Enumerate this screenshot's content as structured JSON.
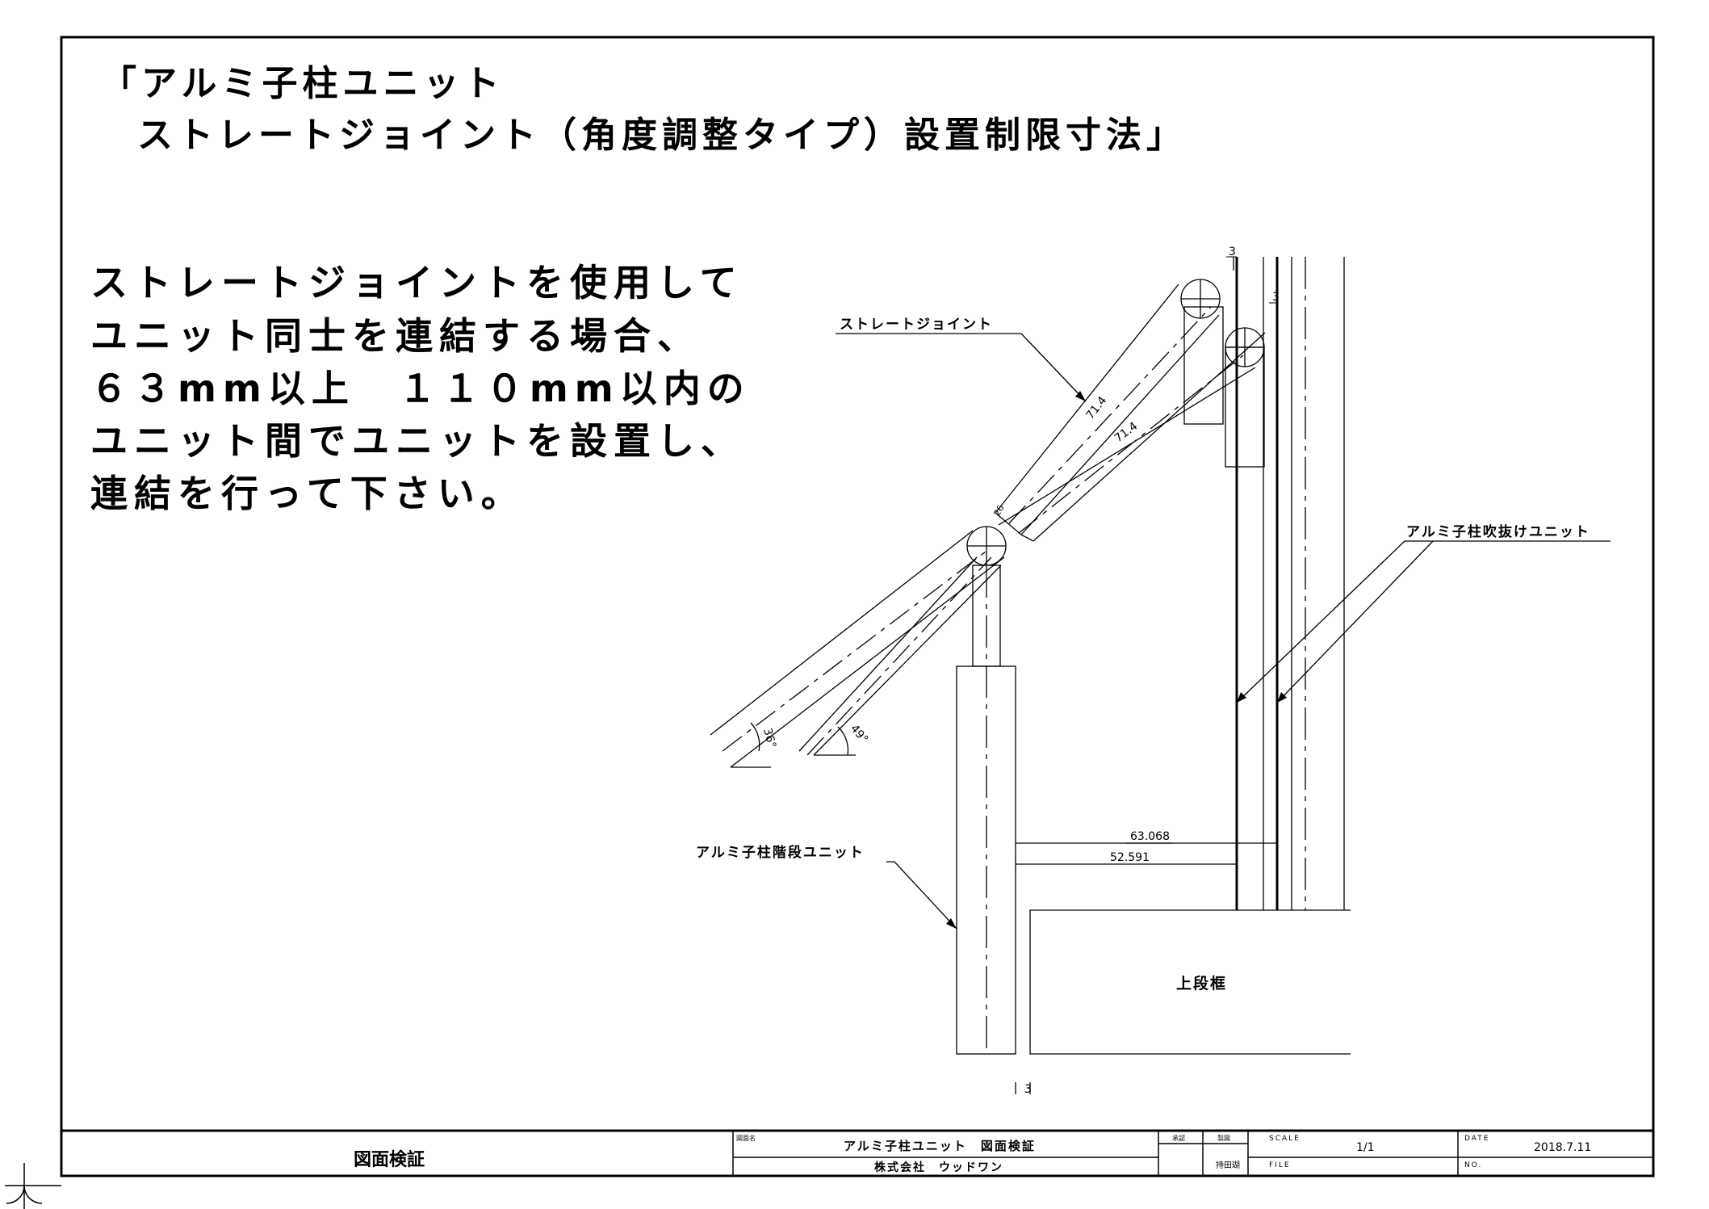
{
  "title": {
    "line1": "「アルミ子柱ユニット",
    "line2": "ストレートジョイント（角度調整タイプ）設置制限寸法」"
  },
  "description": [
    "ストレートジョイントを使用して",
    "ユニット同士を連結する場合、",
    "６３mm以上　１１０mm以内の",
    "ユニット間でユニットを設置し、",
    "連結を行って下さい。"
  ],
  "labels": {
    "straight_joint": "ストレートジョイント",
    "atrium_unit": "アルミ子柱吹抜けユニット",
    "stair_unit": "アルミ子柱階段ユニット",
    "upper_frame": "上段框"
  },
  "dimensions": {
    "gap_max": "63.068",
    "gap_min": "52.591",
    "len_upper": "71.4",
    "len_lower": "71.4",
    "angle_a": "36°",
    "angle_b": "49°",
    "small_a": "3",
    "small_b": "3",
    "small_c": "3",
    "small_joint": "26"
  },
  "title_block": {
    "review": "図面検証",
    "drawing_name_label": "図面名",
    "drawing_name": "アルミ子柱ユニット　図面検証",
    "company": "株式会社　ウッドワン",
    "approval": "承認",
    "drawn": "製図",
    "drafter": "持田瑚",
    "scale_label": "SCALE",
    "scale": "1/1",
    "date_label": "DATE",
    "date": "2018.7.11",
    "file_label": "FILE",
    "no_label": "NO."
  }
}
